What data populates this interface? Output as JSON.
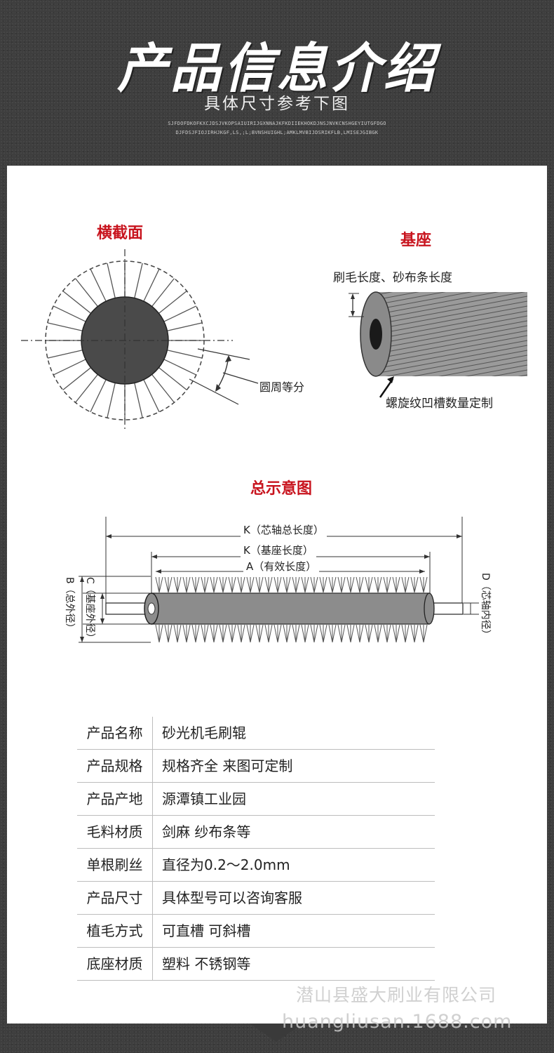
{
  "header": {
    "title": "产品信息介绍",
    "subtitle": "具体尺寸参考下图",
    "deco_line1": "SJFDOFDKOFKXCJDSJVKOPSAIUIRIJGXNNAJKFKDIIEKHOKDJNSJNVKCNSHGEYIUTGFDGO",
    "deco_line2": "DJFDSJFIOJIRHJKGF,LS,;L;BVNSHUIGHL;AMKLMVBIJDSRIKFLB,LMISEJGIBGK"
  },
  "cross_section": {
    "title": "横截面",
    "angle_label": "圆周等分"
  },
  "base": {
    "title": "基座",
    "length_label": "刷毛长度、砂布条长度",
    "groove_label": "螺旋纹凹槽数量定制"
  },
  "overview": {
    "title": "总示意图",
    "dim_k_total": "K（芯轴总长度）",
    "dim_k_base": "K（基座长度）",
    "dim_a": "A（有效长度）",
    "dim_c": "C（基座外径）",
    "dim_b": "B（总外径）",
    "dim_d": "D（芯轴内径）"
  },
  "specs": [
    {
      "key": "产品名称",
      "value": "砂光机毛刷辊"
    },
    {
      "key": "产品规格",
      "value": "规格齐全  来图可定制"
    },
    {
      "key": "产品产地",
      "value": "源潭镇工业园"
    },
    {
      "key": "毛料材质",
      "value": "剑麻 纱布条等"
    },
    {
      "key": "单根刷丝",
      "value": "直径为0.2～2.0mm"
    },
    {
      "key": "产品尺寸",
      "value": "具体型号可以咨询客服"
    },
    {
      "key": "植毛方式",
      "value": "可直槽 可斜槽"
    },
    {
      "key": "底座材质",
      "value": "塑料  不锈钢等"
    }
  ],
  "watermark": {
    "company": "潜山县盛大刷业有限公司",
    "url": "huangliusan.1688.com"
  },
  "colors": {
    "accent_red": "#c8141e",
    "dark_bg": "#3e3e3e"
  }
}
